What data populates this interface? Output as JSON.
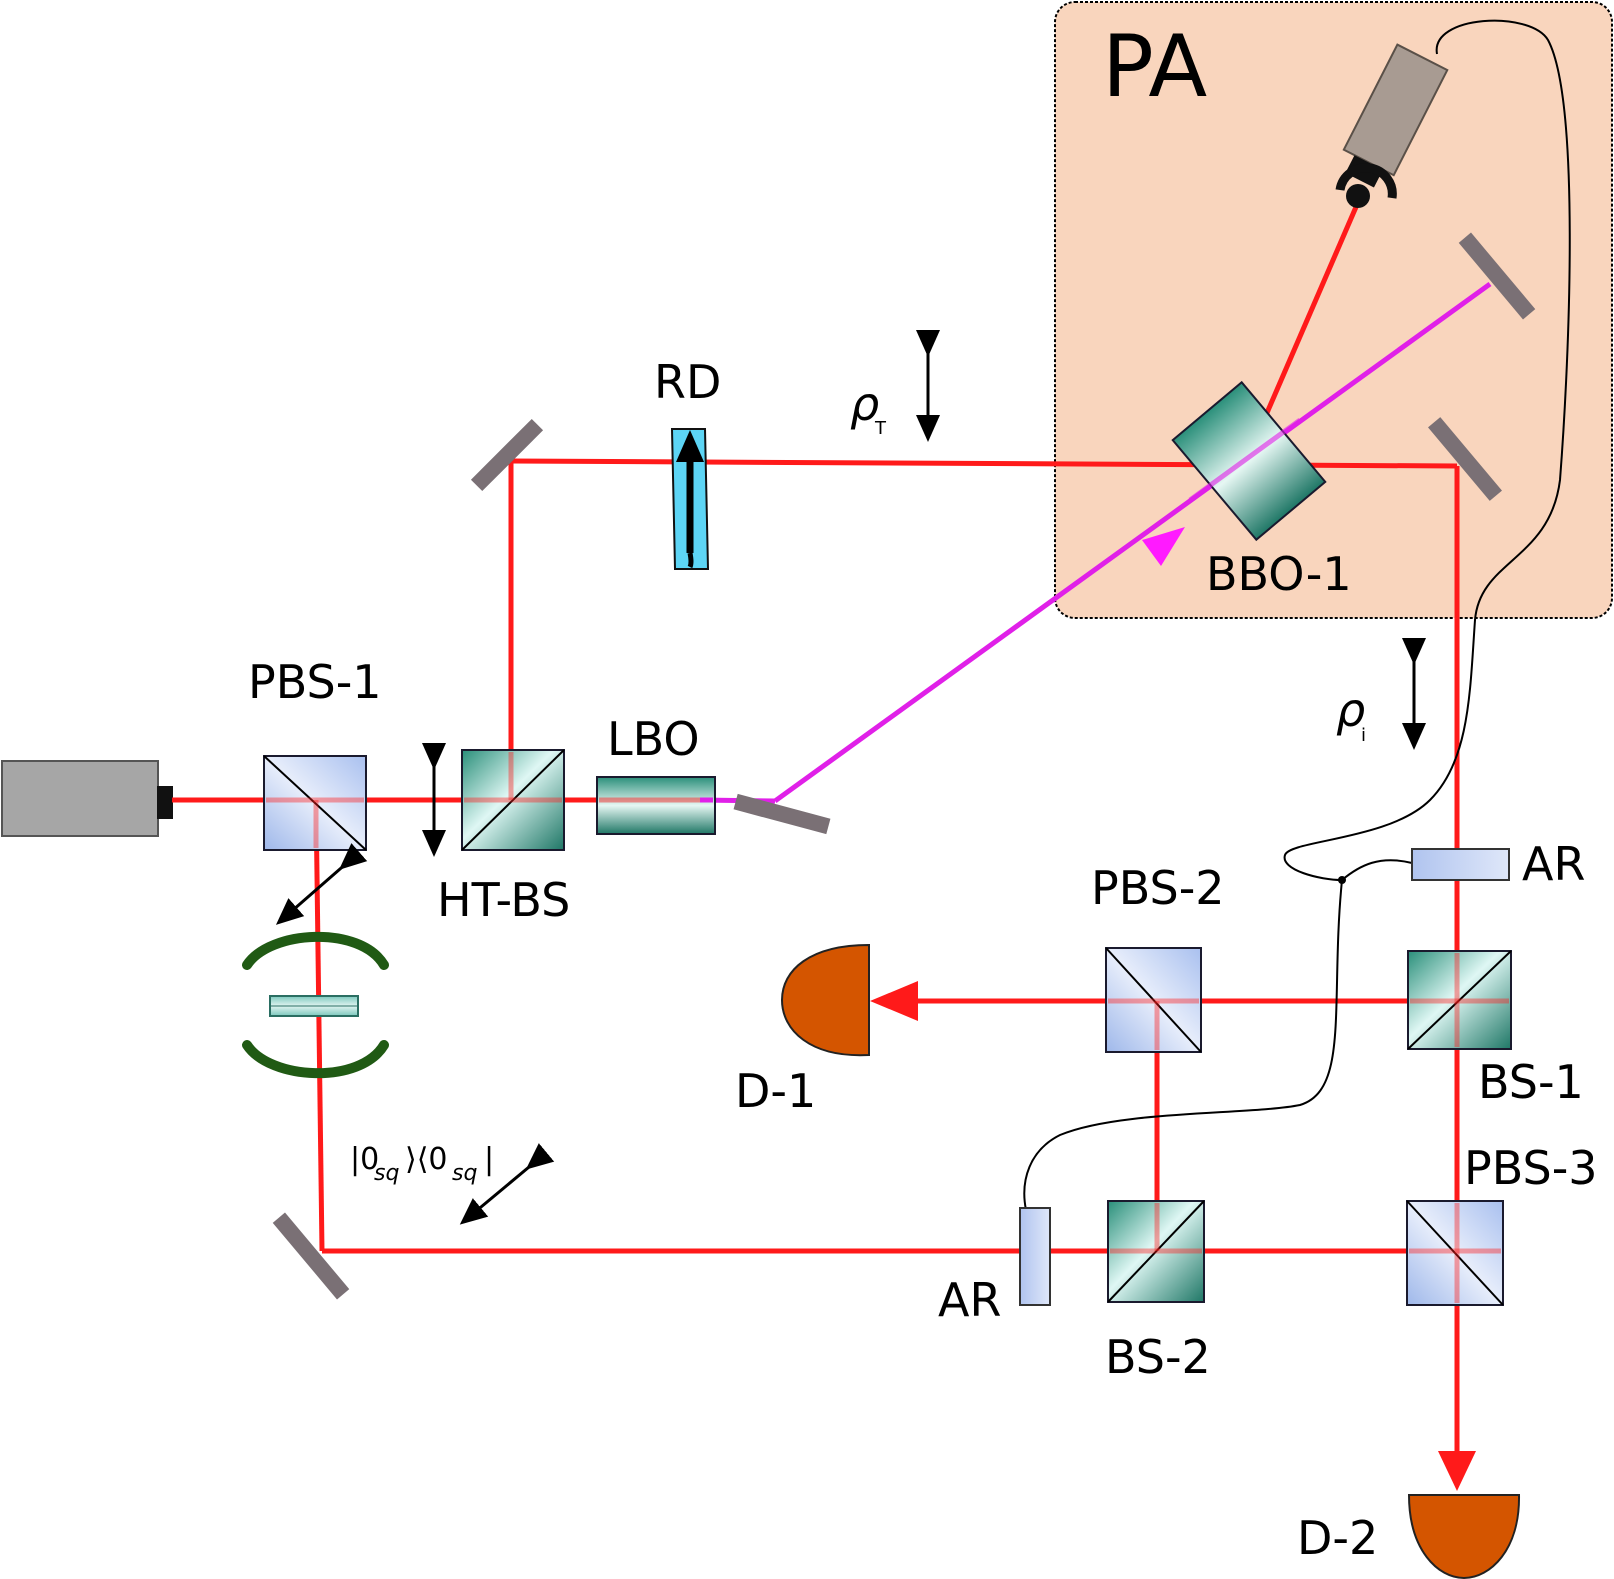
{
  "labels": {
    "pa": "PA",
    "rd": "RD",
    "bbo1": "BBO-1",
    "pbs1": "PBS-1",
    "htbs": "HT-BS",
    "lbo": "LBO",
    "pbs2": "PBS-2",
    "pbs3": "PBS-3",
    "bs1": "BS-1",
    "bs2": "BS-2",
    "d1": "D-1",
    "d2": "D-2",
    "ar_top": "AR",
    "ar_bottom": "AR"
  },
  "math": {
    "rho": "ρ",
    "rho_t_sub": "T",
    "rho_i_sub": "i",
    "ket_open": "|0",
    "ket_mid": "⟩⟨0",
    "ket_close": "|",
    "sq": "sq"
  },
  "colors": {
    "beam_red": "#ff1a1a",
    "beam_magenta": "#e020e8",
    "pa_box": "#f9d5bd",
    "detector": "#d45500",
    "mirror": "#7a7075",
    "lens": "#205a14",
    "laser": "#a6a6a6"
  }
}
